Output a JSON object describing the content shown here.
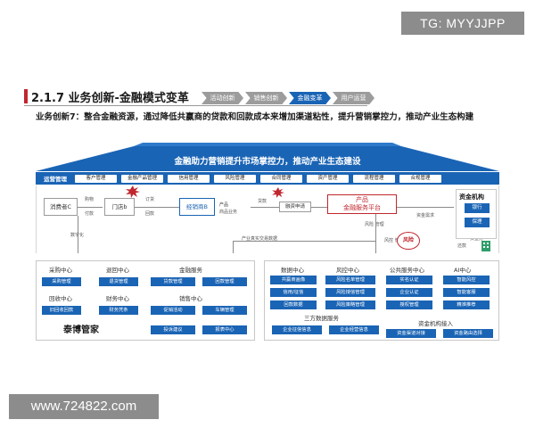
{
  "watermark_top": "TG: MYYJJPP",
  "watermark_bottom": "www.724822.com",
  "slide": {
    "title": "2.1.7 业务创新-金融模式变革",
    "steps": [
      "活动创新",
      "销售创新",
      "金融变革",
      "用户运营"
    ],
    "active_step_index": 2,
    "lead": "业务创新7：整合金融资源，通过降低共赢商的贷款和回款成本来增加渠道粘性，提升营销掌控力，推动产业生态构建"
  },
  "roof": {
    "text": "金融助力营销提升市场掌控力，推动产业生态建设"
  },
  "ops_bar": {
    "label": "运营管理",
    "items": [
      "客户管理",
      "金融产品管理",
      "信用管理",
      "风险管理",
      "合同管理",
      "资产管理",
      "流程管理",
      "合规管理"
    ]
  },
  "flow": {
    "consumer": "消费者C",
    "store": "门店b",
    "dealer": "经销商B",
    "product_lbl": "产品",
    "product_sub": "商品业务",
    "apply": "融资申请",
    "platform": "产品\n金融服务平台",
    "funder_title": "资金机构",
    "funder_items": [
      "银行",
      "保理"
    ],
    "fund_need": "资金需求",
    "lbl_purchase": "购物",
    "lbl_pay": "付款",
    "lbl_order": "订货",
    "lbl_return": "回款",
    "lbl_loan": "贷款",
    "lbl_data": "数字化",
    "lbl_industry": "产业真实交易数据",
    "lbl_risk": "风险\n管理",
    "lbl_control": "风控\n管理",
    "lbl_fund": "资金方",
    "risk_badge": "风险",
    "repay": "还款"
  },
  "left_panel": {
    "purchase": {
      "title": "采购中心",
      "items": [
        "采购管理"
      ]
    },
    "returns": {
      "title": "退回中心",
      "items": [
        "退货管理"
      ]
    },
    "recovery": {
      "title": "回收中心",
      "items": [
        "旧回收回款"
      ]
    },
    "finance": {
      "title": "财务中心",
      "items": [
        "财务凭条"
      ]
    },
    "brand": "泰博管家",
    "fin_service": {
      "title": "金融服务",
      "items": [
        "贷款管理",
        "回款管理"
      ]
    },
    "sales": {
      "title": "销售中心",
      "items": [
        "促销活动",
        "车辆管理",
        "投诉建议",
        "报表中心"
      ]
    }
  },
  "right_panel": {
    "data": {
      "title": "数据中心",
      "items": [
        "共赢商画像",
        "信用/征信",
        "回款数据"
      ]
    },
    "risk": {
      "title": "风控中心",
      "items": [
        "风险名单管理",
        "风险授信管理",
        "风险策略管理"
      ]
    },
    "public": {
      "title": "公共服务中心",
      "items": [
        "实名认证",
        "企业认证",
        "授权管理"
      ]
    },
    "ai": {
      "title": "AI中心",
      "items": [
        "智能风控",
        "智能客服",
        "精准推荐"
      ]
    },
    "third": {
      "title": "三方数据服务",
      "items": [
        "企业征信信息",
        "企业经营信息"
      ]
    },
    "fund_access": {
      "title": "资金机构接入",
      "items": [
        "资金渠道对接",
        "资金路由选择"
      ]
    }
  },
  "colors": {
    "brand_blue": "#1a64b5",
    "accent_red": "#c0262d",
    "gray": "#9c9c9c"
  }
}
